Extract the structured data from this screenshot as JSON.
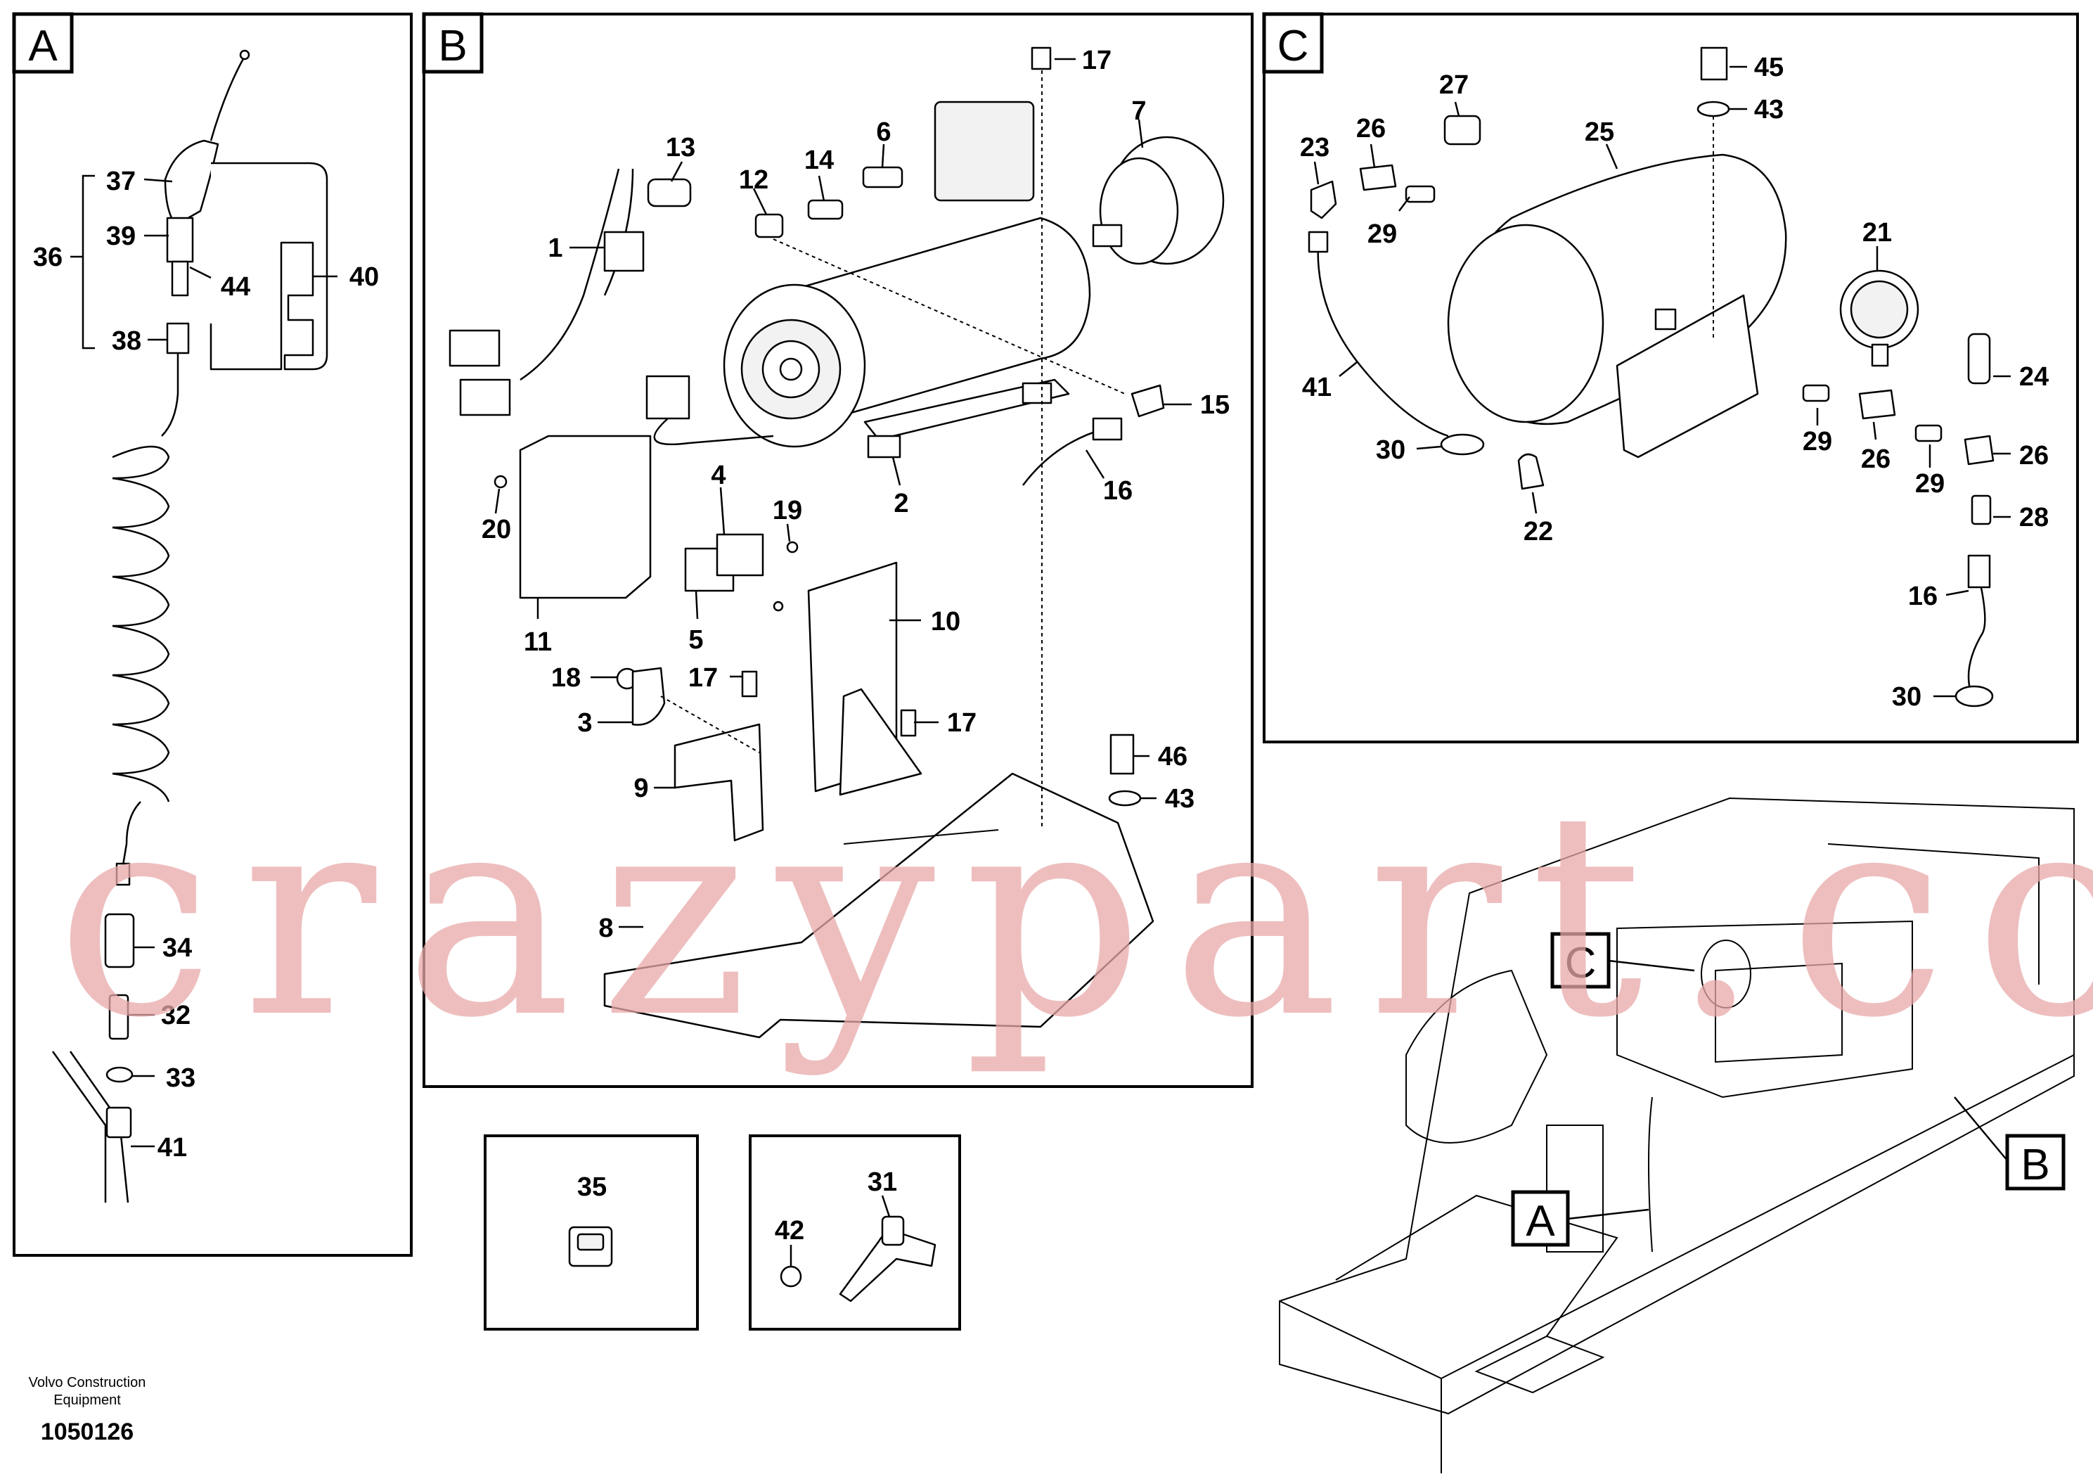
{
  "panels": {
    "A": {
      "tag": "A"
    },
    "B": {
      "tag": "B"
    },
    "C": {
      "tag": "C"
    }
  },
  "callouts": {
    "A": [
      "37",
      "39",
      "36",
      "44",
      "40",
      "38",
      "34",
      "32",
      "33",
      "41"
    ],
    "B": [
      "17",
      "13",
      "14",
      "6",
      "12",
      "7",
      "1",
      "15",
      "16",
      "2",
      "20",
      "4",
      "19",
      "11",
      "5",
      "10",
      "18",
      "17",
      "17",
      "3",
      "9",
      "46",
      "43",
      "8"
    ],
    "C": [
      "45",
      "27",
      "23",
      "26",
      "43",
      "25",
      "29",
      "21",
      "24",
      "41",
      "29",
      "26",
      "26",
      "30",
      "29",
      "22",
      "28",
      "16",
      "30"
    ],
    "box35": [
      "35"
    ],
    "box31": [
      "31",
      "42"
    ]
  },
  "overview": {
    "tags": [
      "C",
      "B",
      "A"
    ]
  },
  "watermark": "crazypart.com",
  "footer": {
    "maker_line1": "Volvo Construction",
    "maker_line2": "Equipment",
    "doc_number": "1050126"
  }
}
